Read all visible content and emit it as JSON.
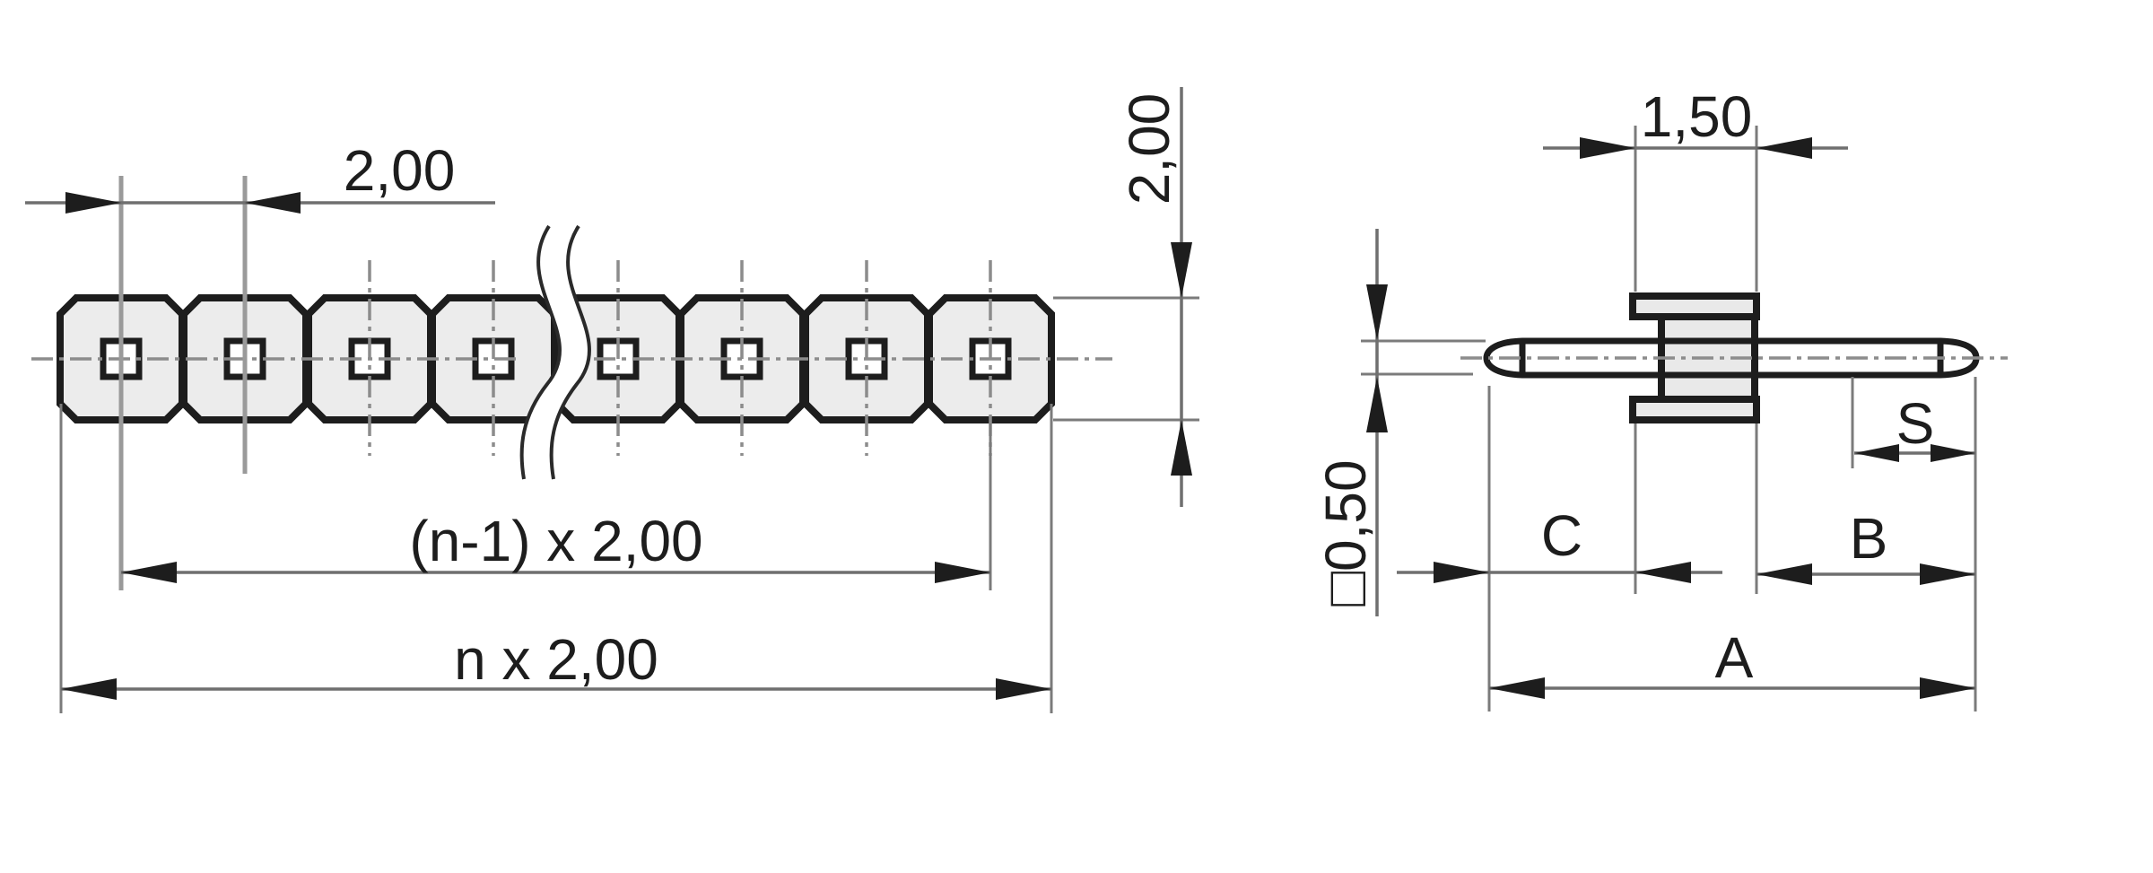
{
  "drawing": {
    "kind": "pin-header dimensional drawing",
    "top_view": {
      "pads_visible": 8,
      "pitch_label": "2,00",
      "row_height_label": "2,00",
      "centers_span_label": "(n-1) x 2,00",
      "overall_span_label": "n x 2,00"
    },
    "side_view": {
      "insulator_width_label": "1,50",
      "pin_square_label": "□0,50",
      "dim_c_label": "C",
      "dim_b_label": "B",
      "dim_s_label": "S",
      "dim_a_label": "A"
    }
  }
}
